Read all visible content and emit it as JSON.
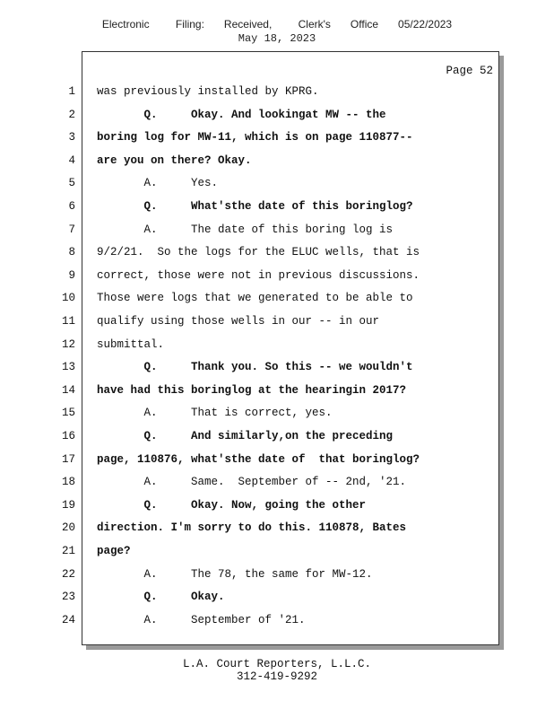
{
  "header": {
    "filing_stamp": "Electronic    Filing:   Received,    Clerk's   Office   05/22/2023",
    "date": "May 18, 2023"
  },
  "page_number": "Page 52",
  "lines": [
    {
      "n": "1",
      "text": "was previously installed by KPRG.",
      "bold": false
    },
    {
      "n": "2",
      "text": "       Q.     Okay. And lookingat MW -- the",
      "bold": true
    },
    {
      "n": "3",
      "text": "boring log for MW-11, which is on page 110877--",
      "bold": true
    },
    {
      "n": "4",
      "text": "are you on there? Okay.",
      "bold": true
    },
    {
      "n": "5",
      "text": "       A.     Yes.",
      "bold": false
    },
    {
      "n": "6",
      "text": "       Q.     What'sthe date of this boringlog?",
      "bold": true
    },
    {
      "n": "7",
      "text": "       A.     The date of this boring log is",
      "bold": false
    },
    {
      "n": "8",
      "text": "9/2/21.  So the logs for the ELUC wells, that is",
      "bold": false
    },
    {
      "n": "9",
      "text": "correct, those were not in previous discussions.",
      "bold": false
    },
    {
      "n": "10",
      "text": "Those were logs that we generated to be able to",
      "bold": false
    },
    {
      "n": "11",
      "text": "qualify using those wells in our -- in our",
      "bold": false
    },
    {
      "n": "12",
      "text": "submittal.",
      "bold": false
    },
    {
      "n": "13",
      "text": "       Q.     Thank you. So this -- we wouldn't",
      "bold": true
    },
    {
      "n": "14",
      "text": "have had this boringlog at the hearingin 2017?",
      "bold": true
    },
    {
      "n": "15",
      "text": "       A.     That is correct, yes.",
      "bold": false
    },
    {
      "n": "16",
      "text": "       Q.     And similarly,on the preceding",
      "bold": true
    },
    {
      "n": "17",
      "text": "page, 110876, what'sthe date of  that boringlog?",
      "bold": true
    },
    {
      "n": "18",
      "text": "       A.     Same.  September of -- 2nd, '21.",
      "bold": false
    },
    {
      "n": "19",
      "text": "       Q.     Okay. Now, going the other",
      "bold": true
    },
    {
      "n": "20",
      "text": "direction. I'm sorry to do this. 110878, Bates",
      "bold": true
    },
    {
      "n": "21",
      "text": "page?",
      "bold": true
    },
    {
      "n": "22",
      "text": "       A.     The 78, the same for MW-12.",
      "bold": false
    },
    {
      "n": "23",
      "text": "       Q.     Okay.",
      "bold": true
    },
    {
      "n": "24",
      "text": "       A.     September of '21.",
      "bold": false
    }
  ],
  "footer": {
    "company": "L.A. Court Reporters, L.L.C.",
    "phone": "312-419-9292"
  }
}
